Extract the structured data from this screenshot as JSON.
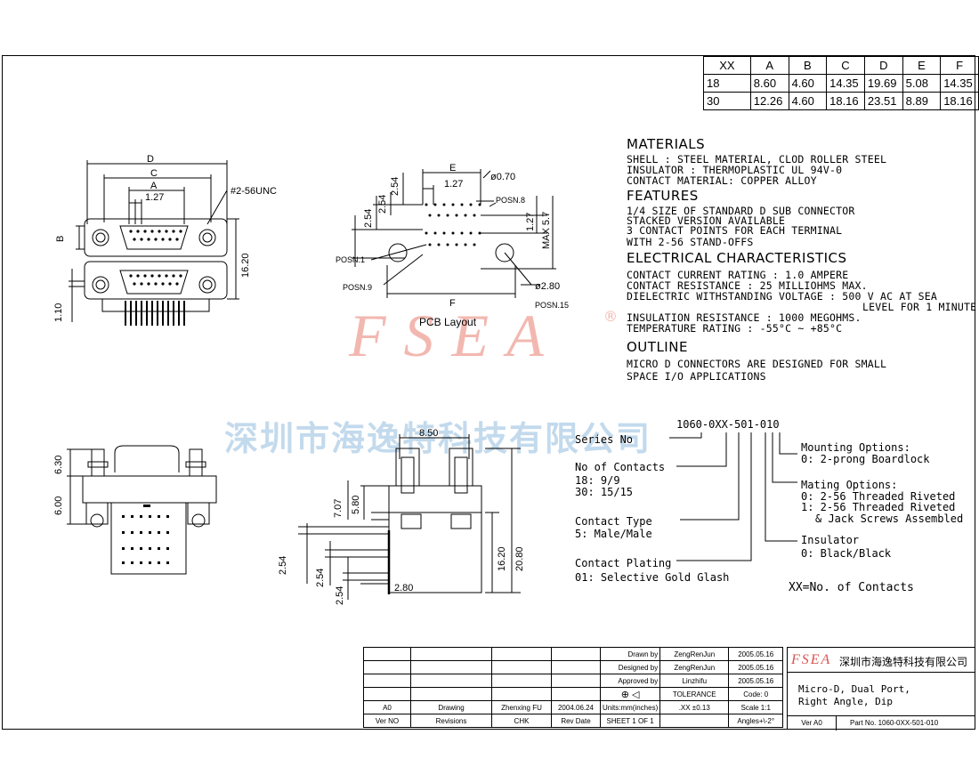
{
  "dims_table": {
    "headers": [
      "XX",
      "A",
      "B",
      "C",
      "D",
      "E",
      "F"
    ],
    "rows": [
      [
        "18",
        "8.60",
        "4.60",
        "14.35",
        "19.69",
        "5.08",
        "14.35"
      ],
      [
        "30",
        "12.26",
        "4.60",
        "18.16",
        "23.51",
        "8.89",
        "18.16"
      ]
    ]
  },
  "specs": {
    "materials_head": "MATERIALS",
    "materials": [
      "SHELL : STEEL MATERIAL, CLOD ROLLER STEEL",
      "INSULATOR : THERMOPLASTIC UL 94V-0",
      "CONTACT MATERIAL: COPPER ALLOY"
    ],
    "features_head": "FEATURES",
    "features": [
      "1/4 SIZE OF STANDARD D SUB CONNECTOR",
      "STACKED VERSION AVAILABLE",
      "3 CONTACT POINTS FOR EACH TERMINAL",
      "WITH 2-56 STAND-OFFS"
    ],
    "electrical_head": "ELECTRICAL CHARACTERISTICS",
    "electrical": [
      "CONTACT CURRENT RATING : 1.0 AMPERE",
      "CONTACT RESISTANCE : 25 MILLIOHMS MAX.",
      "DIELECTRIC WITHSTANDING VOLTAGE : 500 V AC AT SEA",
      "LEVEL FOR 1 MINUTE",
      "INSULATION RESISTANCE : 1000 MEGOHMS.",
      "TEMPERATURE RATING : -55°C ~ +85°C"
    ],
    "outline_head": "OUTLINE",
    "outline": [
      "MICRO D CONNECTORS ARE DESIGNED FOR SMALL",
      "SPACE I/O APPLICATIONS"
    ]
  },
  "front_view": {
    "dim_d": "D",
    "dim_c": "C",
    "dim_a": "A",
    "pitch": "1.27",
    "thread": "#2-56UNC",
    "dim_b": "B",
    "height": "16.20",
    "offset": "1.10"
  },
  "pcb": {
    "label": "PCB Layout",
    "dim_e": "E",
    "dia_pin": "ø0.70",
    "pitch": "1.27",
    "v1": "2.54",
    "v2": "2.54",
    "v3": "2.54",
    "r1": "1.27",
    "rmax": "MAX 5.7",
    "posn8": "POSN.8",
    "posn1": "POSN.1",
    "posn9": "POSN.9",
    "posn15": "POSN.15",
    "dia_hole": "ø2.80",
    "dim_f": "F"
  },
  "side_views": {
    "top_a": "6.30",
    "top_b": "6.00",
    "width": "8.50",
    "h1": "7.07",
    "h2": "5.80",
    "h3": "16.20",
    "h4": "20.80",
    "p1": "2.54",
    "p2": "2.54",
    "p3": "2.54",
    "base": "2.80"
  },
  "part_number": {
    "code": "1060-0XX-501-010",
    "series": "Series No",
    "contacts_title": "No of Contacts",
    "contacts_1": "18: 9/9",
    "contacts_2": "30: 15/15",
    "type_title": "Contact Type",
    "type_1": "5: Male/Male",
    "plating_title": "Contact Plating",
    "plating_1": "01: Selective Gold Glash",
    "mount_title": "Mounting Options:",
    "mount_1": "0: 2-prong Boardlock",
    "mating_title": "Mating Options:",
    "mating_1": "0: 2-56 Threaded Riveted",
    "mating_2": "1: 2-56 Threaded Riveted",
    "mating_3": "& Jack Screws Assembled",
    "insul_title": "Insulator",
    "insul_1": "0: Black/Black",
    "xx_note": "XX=No. of Contacts"
  },
  "watermark": {
    "logo": "FSEA",
    "reg": "®",
    "company": "深圳市海逸特科技有限公司"
  },
  "title_block": {
    "drawn_label": "Drawn by",
    "drawn_name": "ZengRenJun",
    "drawn_date": "2005.05.16",
    "designed_label": "Designed by",
    "designed_name": "ZengRenJun",
    "designed_date": "2005.05.16",
    "approved_label": "Approved by",
    "approved_name": "Linzhifu",
    "approved_date": "2005.05.16",
    "tolerance": "TOLERANCE",
    "code": "Code: 0",
    "units": "Units:mm(inches)",
    "xx_tol": ".XX ±0.13",
    "scale": "Scale 1:1",
    "angles": "Angles+\\-2°",
    "rev_a0": "A0",
    "rev_desc": "Drawing",
    "rev_chk": "Zhenxing FU",
    "rev_date": "2004.06.24",
    "ver_no": "Ver NO",
    "revisions": "Revisions",
    "chk": "CHK",
    "rev_date_label": "Rev Date",
    "sheet": "SHEET 1 OF 1",
    "logo": "FSEA",
    "company": "深圳市海逸特科技有限公司",
    "title_1": "Micro-D, Dual Port,",
    "title_2": "Right Angle, Dip",
    "ver": "Ver A0",
    "part_no": "Part No. 1060-0XX-501-010"
  }
}
